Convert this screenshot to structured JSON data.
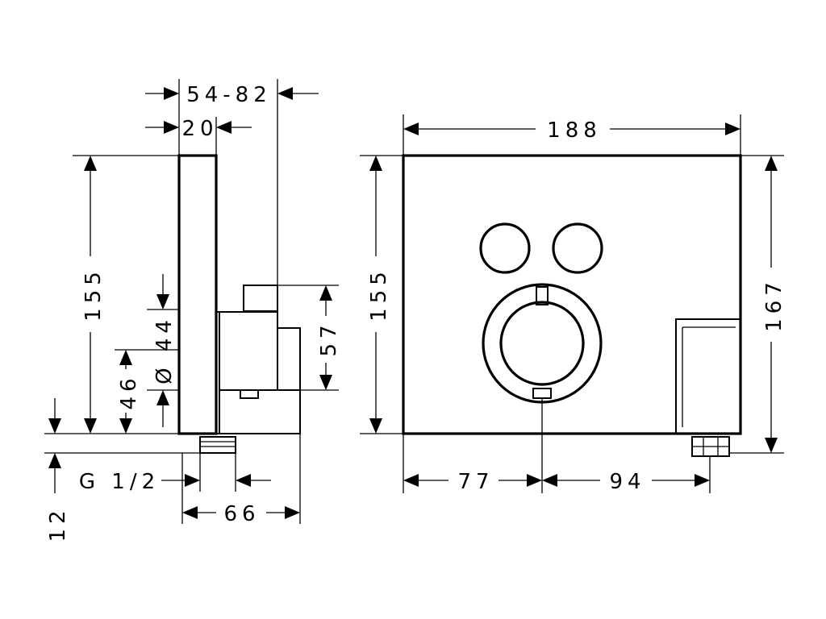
{
  "dimensions": {
    "side_overall_depth": "54-82",
    "side_plate_thickness": "20",
    "side_height": "155",
    "side_outlet_offset": "46",
    "side_bore": "Ø 44",
    "side_body_height": "57",
    "side_base_offset": "12",
    "side_thread": "G 1/2",
    "side_body_depth": "66",
    "front_width": "188",
    "front_height": "155",
    "front_total_height": "167",
    "front_left_offset": "77",
    "front_right_offset": "94"
  },
  "colors": {
    "line": "#000000",
    "background": "#ffffff"
  }
}
